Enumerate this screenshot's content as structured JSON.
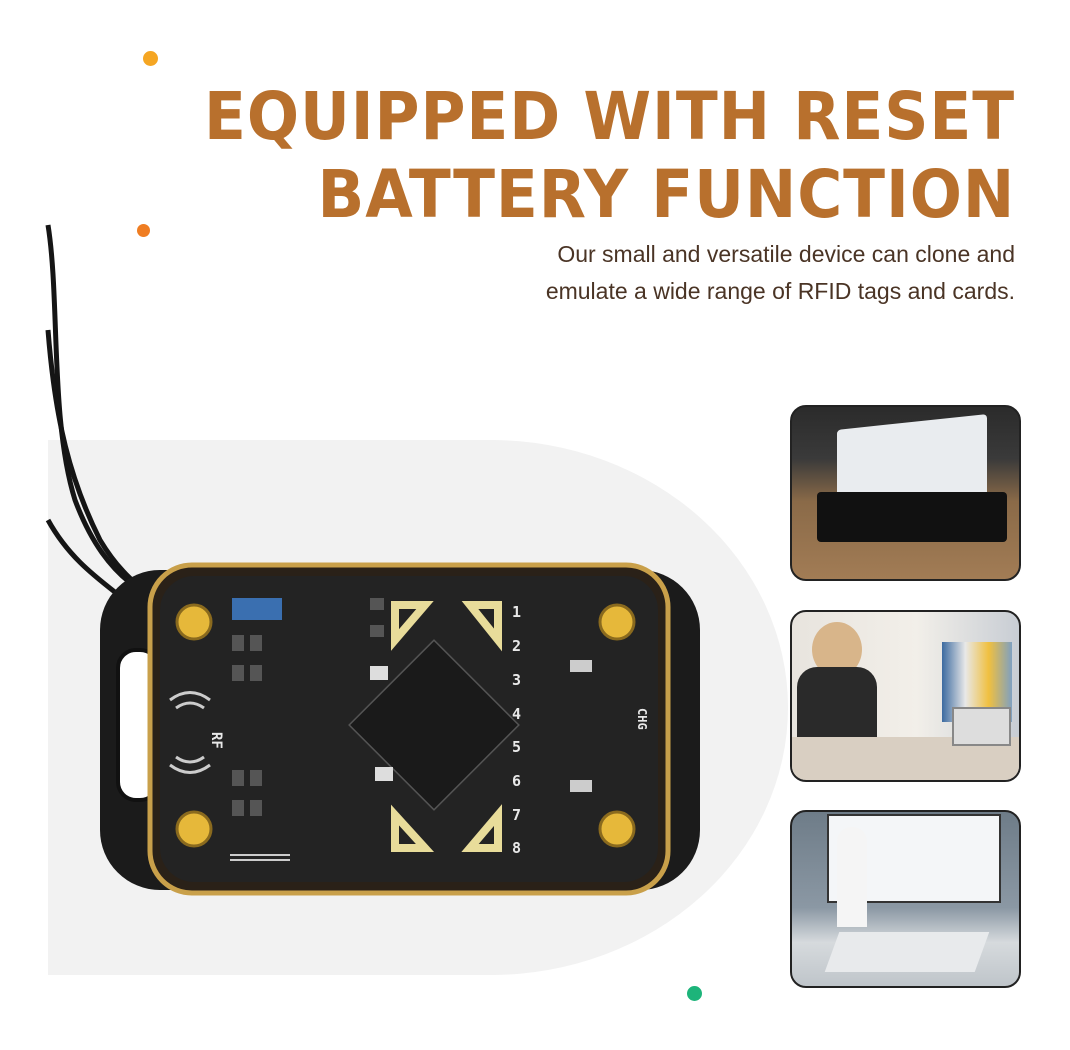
{
  "headline": {
    "line1": "EQUIPPED WITH RESET",
    "line2": "BATTERY FUNCTION"
  },
  "description": {
    "line1": "Our small and versatile device can clone and",
    "line2": "emulate a wide range of RFID tags and cards."
  },
  "device": {
    "rf_label": "RF",
    "chg_label": "CHG",
    "slot_numbers": [
      "1",
      "2",
      "3",
      "4",
      "5",
      "6",
      "7",
      "8"
    ]
  },
  "colors": {
    "headline": "#b8702d",
    "description": "#4a3425",
    "dot_yellow": "#f5a623",
    "dot_orange": "#ef7d22",
    "dot_green": "#1db47a",
    "gold_frame": "#c9a04a"
  },
  "photos": [
    {
      "name": "card-reader-photo"
    },
    {
      "name": "woman-writing-photo"
    },
    {
      "name": "meeting-presentation-photo"
    }
  ]
}
